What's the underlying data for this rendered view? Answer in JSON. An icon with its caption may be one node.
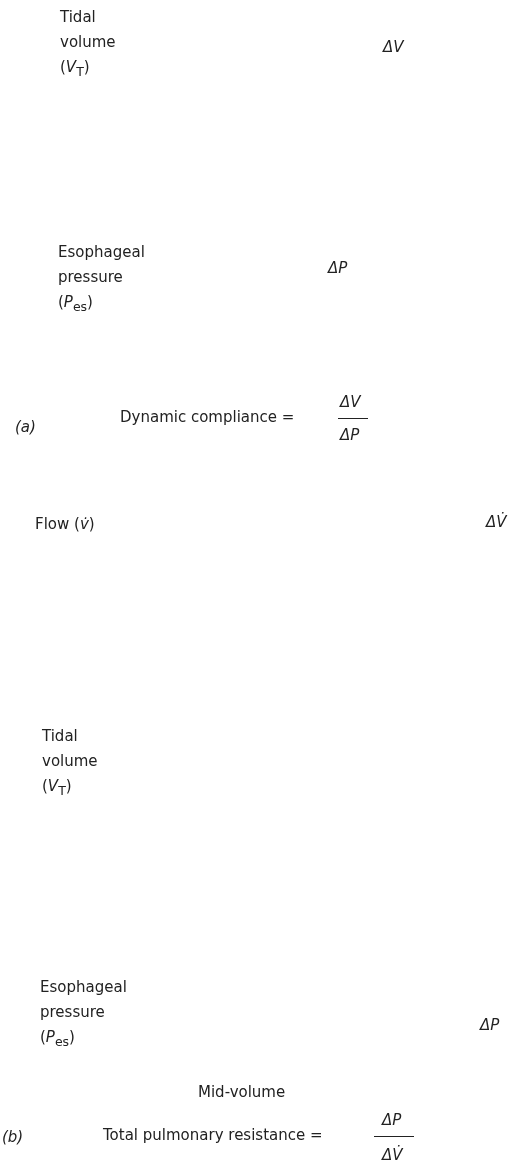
{
  "diagram": {
    "labels": [
      "Tidal volume (*V*$_{T}$)",
      "ΔV",
      "Esophageal pressure (*P*$_{es}$)",
      "ΔP",
      "(a)",
      "Dynamic compliance =",
      "ΔV",
      "ΔP",
      "Flow (*v̇*)",
      "ΔV̇",
      "Tidal volume (*V*$_{T}$)",
      "Esophageal pressure (*P*$_{es}$)",
      "ΔP",
      "Mid-volume",
      "Total pulmonary resistance =",
      "ΔP",
      "ΔV̇",
      "(b)"
    ]
  }
}
